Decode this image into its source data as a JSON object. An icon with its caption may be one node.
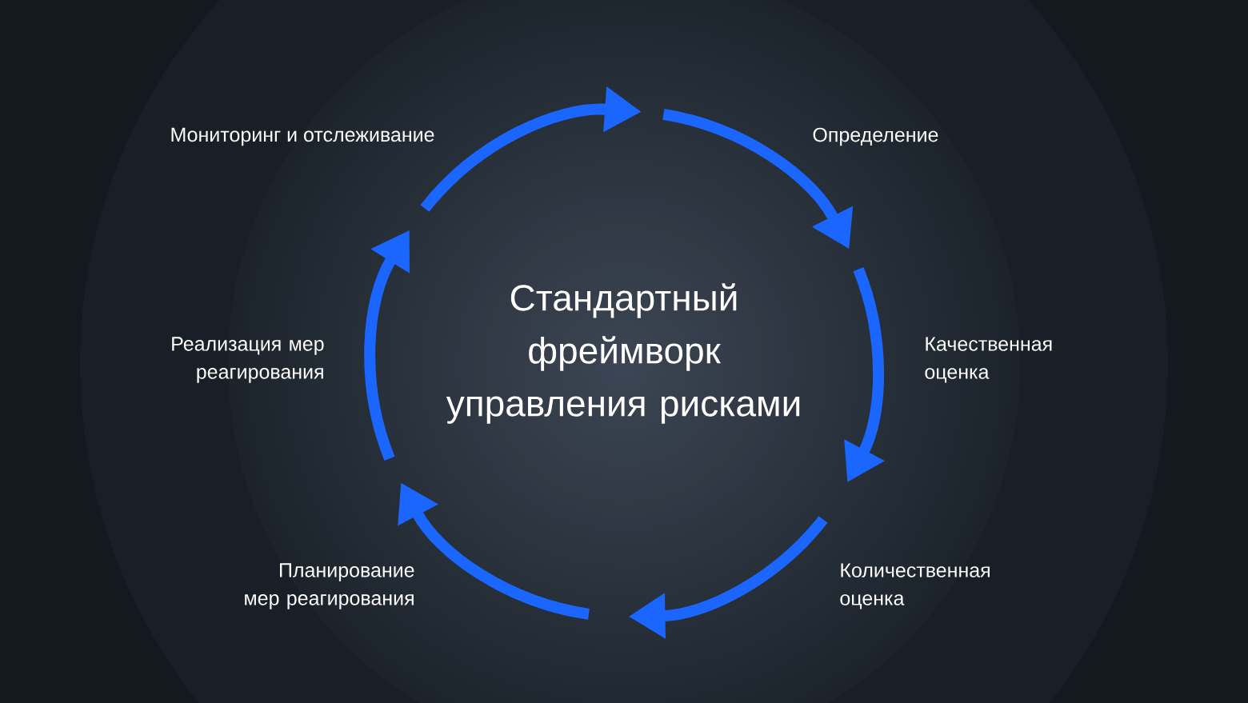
{
  "diagram": {
    "title": "Стандартный фреймворк управления рисками",
    "nodes": [
      {
        "text": [
          "Мониторинг и отслеживание"
        ]
      },
      {
        "text": [
          "Определение"
        ]
      },
      {
        "text": [
          "Реализация мер реагирования"
        ]
      },
      {
        "text": [
          "Качественная оценка"
        ]
      },
      {
        "text": [
          "Планирование мер реагирования"
        ]
      },
      {
        "text": [
          "Количественная оценка"
        ]
      }
    ]
  }
}
